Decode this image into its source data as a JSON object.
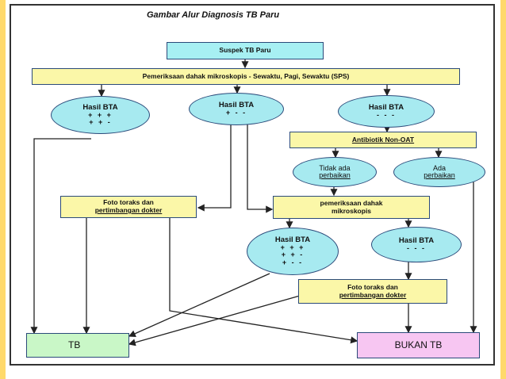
{
  "title": "Gambar  Alur Diagnosis TB Paru",
  "nodes": {
    "suspek": "Suspek TB Paru",
    "sps": "Pemeriksaan dahak mikroskopis - Sewaktu, Pagi, Sewaktu (SPS)",
    "bta1": {
      "head": "Hasil BTA",
      "lines": [
        "+ + +",
        "+ + -"
      ]
    },
    "bta2": {
      "head": "Hasil BTA",
      "lines": [
        "+ - -"
      ]
    },
    "bta3": {
      "head": "Hasil BTA",
      "lines": [
        "- - -"
      ]
    },
    "antibiotik": "Antibiotik  Non-OAT",
    "tidak_ada": {
      "line1": "Tidak ada",
      "line2": "perbaikan"
    },
    "ada": {
      "line1": "Ada",
      "line2": "perbaikan"
    },
    "foto1": {
      "line1": "Foto toraks dan",
      "line2": "pertimbangan  dokter"
    },
    "pemeriksaan2": {
      "line1": "pemeriksaan dahak",
      "line2": "mikroskopis"
    },
    "bta4": {
      "head": "Hasil BTA",
      "lines": [
        "+ + +",
        "+ + -",
        "+ - -"
      ]
    },
    "bta5": {
      "head": "Hasil BTA",
      "lines": [
        "- - -"
      ]
    },
    "foto2": {
      "line1": "Foto toraks dan",
      "line2": "pertimbangan  dokter"
    },
    "tb": "TB",
    "bukan_tb": "BUKAN TB"
  },
  "colors": {
    "cyan": "#a7f0f3",
    "yellow": "#fbf7a8",
    "green": "#c9f7c7",
    "pink": "#f7c6f2",
    "accent": "#ffd96b"
  }
}
